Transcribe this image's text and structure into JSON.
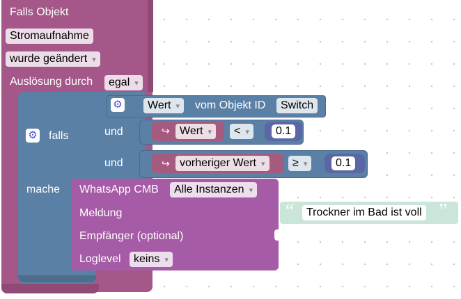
{
  "trigger": {
    "title": "Falls Objekt",
    "object": "Stromaufnahme",
    "condition": "wurde geändert",
    "trigger_label": "Auslösung durch",
    "trigger_value": "egal"
  },
  "if_block": {
    "falls_label": "falls",
    "do_label": "mache",
    "and1_label": "und",
    "and2_label": "und"
  },
  "value_of": {
    "field": "Wert",
    "label": "vom Objekt ID",
    "object_id": "Switch"
  },
  "compare1": {
    "arrow": "↪",
    "left": "Wert",
    "op": "<",
    "right": "0.1"
  },
  "compare2": {
    "arrow": "↪",
    "left": "vorheriger Wert",
    "op": "≥",
    "right": "0.1"
  },
  "whatsapp": {
    "title": "WhatsApp CMB",
    "instance": "Alle Instanzen",
    "message_label": "Meldung",
    "recipient_label": "Empfänger (optional)",
    "loglevel_label": "Loglevel",
    "loglevel_value": "keins"
  },
  "text_block": {
    "open_quote": "“",
    "text": "Trockner im Bad ist voll",
    "close_quote": "”"
  },
  "colors": {
    "trigger": "#a5578a",
    "logic": "#5b80a5",
    "compare_value": "#a55b80",
    "whatsapp": "#a55ba5",
    "text": "#c9e6d8",
    "number": "#5b67a5"
  },
  "icons": {
    "gear": "gear-icon"
  }
}
